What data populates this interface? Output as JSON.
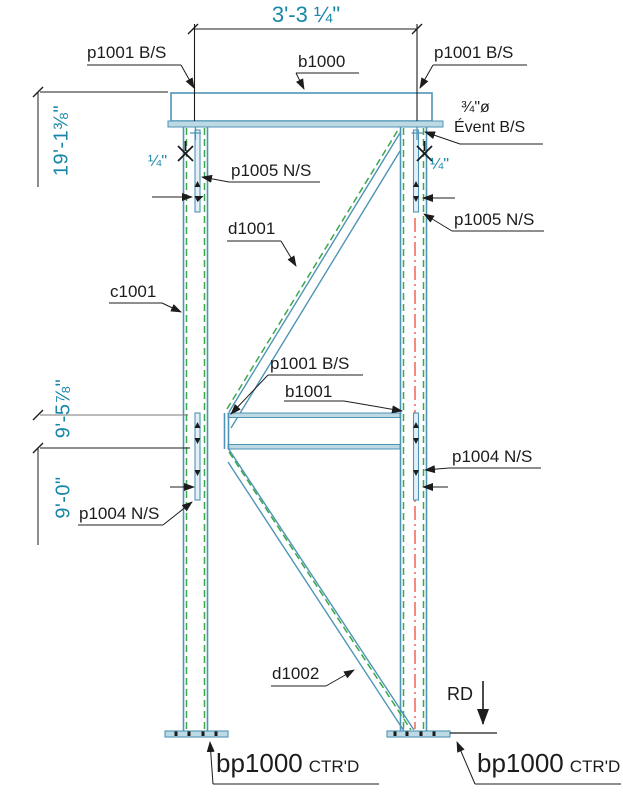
{
  "drawing": {
    "title": "braced-frame-elevation",
    "dimensions": {
      "top_width": "3'-3 ¼\"",
      "overall_height": "19'-1⅜\"",
      "mid_height_upper": "9'-5⅞\"",
      "mid_height_lower": "9'-0\"",
      "weld_left": "¼\"",
      "weld_right": "¼\"",
      "vent_size": "¾\"ø",
      "vent_note": "Évent B/S"
    },
    "part_labels": {
      "top_end_plate_left": "p1001 B/S",
      "top_beam": "b1000",
      "top_end_plate_right": "p1001 B/S",
      "stiffener_top_left": "p1005 N/S",
      "stiffener_top_right": "p1005 N/S",
      "column": "c1001",
      "diagonal_upper": "d1001",
      "mid_end_plate": "p1001 B/S",
      "mid_beam": "b1001",
      "stiffener_mid_left": "p1004 N/S",
      "stiffener_mid_right": "p1004 N/S",
      "diagonal_lower": "d1002",
      "base_plate_left": "bp1000",
      "base_plate_left_suffix": "CTR'D",
      "base_plate_right": "bp1000",
      "base_plate_right_suffix": "CTR'D",
      "roof_drain": "RD"
    },
    "colors": {
      "member_blue": "#4e95b5",
      "member_fill": "#bcd9e4",
      "hidden_green": "#3aa84c",
      "centerline_red": "#f2635a",
      "dimension_teal": "#1886a8",
      "annotation_black": "#1c1c1c"
    }
  }
}
